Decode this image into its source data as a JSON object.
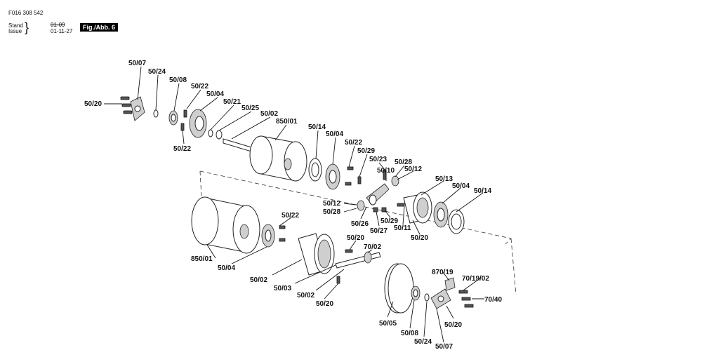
{
  "header": {
    "doc_number": "F016 308 542",
    "stand_label": "Stand",
    "issue_label": "Issue",
    "date_1": "01-09",
    "date_2": "01-11-27",
    "figure": "Fig./Abb. 6"
  },
  "labels": [
    "50/07",
    "50/24",
    "50/08",
    "50/22",
    "50/04",
    "50/21",
    "50/25",
    "50/02",
    "850/01",
    "50/20",
    "50/22",
    "50/14",
    "50/04",
    "50/22",
    "50/29",
    "50/23",
    "50/10",
    "50/28",
    "50/12",
    "50/13",
    "50/04",
    "50/14",
    "50/12",
    "50/28",
    "50/26",
    "50/29",
    "50/27",
    "50/11",
    "50/20",
    "50/22",
    "850/01",
    "50/04",
    "50/20",
    "70/02",
    "50/02",
    "50/03",
    "50/02",
    "50/20",
    "870/19",
    "70/19/02",
    "70/40",
    "50/05",
    "50/08",
    "50/24",
    "50/20",
    "50/07"
  ]
}
